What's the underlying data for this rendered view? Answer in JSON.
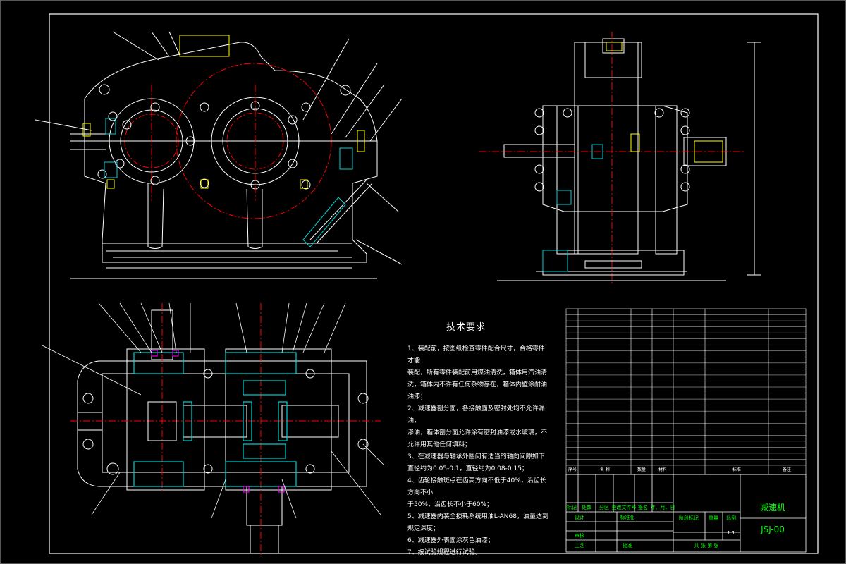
{
  "tech_requirements": {
    "title": "技术要求",
    "items": [
      "1、装配前，按图纸检查零件配合尺寸，合格零件才能",
      "装配，所有零件装配前用煤油清洗，箱体用汽油清",
      "洗，箱体内不许有任何杂物存在，箱体内壁涂耐油",
      "油漆；",
      "2、减速器剖分面，各接触面及密封处均不允许漏油，",
      "渗油，箱体剖分面允许涂有密封油漆或水玻璃，不",
      "允许用其他任何填料；",
      "3、在减速器与轴承外圈间有适当的轴向间隙如下",
      "直径约为0.05-0.1，直径约为0.08-0.15；",
      "4、齿轮接触斑点在齿高方向不低于40%，沿齿长方向不小",
      "于50%，沿齿长不小于60%；",
      "5、减速器内装全损耗系统用油L-AN68，油量达到规定深度；",
      "6、减速器外表面涂灰色油漆；",
      "7、按试验规程进行试验。"
    ]
  },
  "title_block": {
    "part_name": "减速机",
    "drawing_no": "JSJ-00",
    "scale_label": "比例",
    "scale_value": "1:1",
    "weight_label": "重量",
    "stage_label": "阶段标记",
    "marks_label": "标记",
    "count_label": "处数",
    "zone_label": "分区",
    "change_label": "更改文件号",
    "sign_label": "签名",
    "date_label": "年、月、日",
    "design_label": "设计",
    "standard_label": "标准化",
    "review_label": "审核",
    "process_label": "工艺",
    "approve_label": "批准",
    "sheet_label": "共   张   第   张"
  },
  "bom": {
    "footer": [
      "序号",
      "名 称",
      "数量",
      "材料",
      "标准",
      "备注"
    ]
  },
  "colors": {
    "background": "#000000",
    "outline": "#ffffff",
    "centerline": "#ff0000",
    "hatch": "#00d0d0",
    "bolt": "#ffff00",
    "hidden": "#ff00ff",
    "leader": "#ffffff",
    "accent_green": "#00ff00"
  }
}
